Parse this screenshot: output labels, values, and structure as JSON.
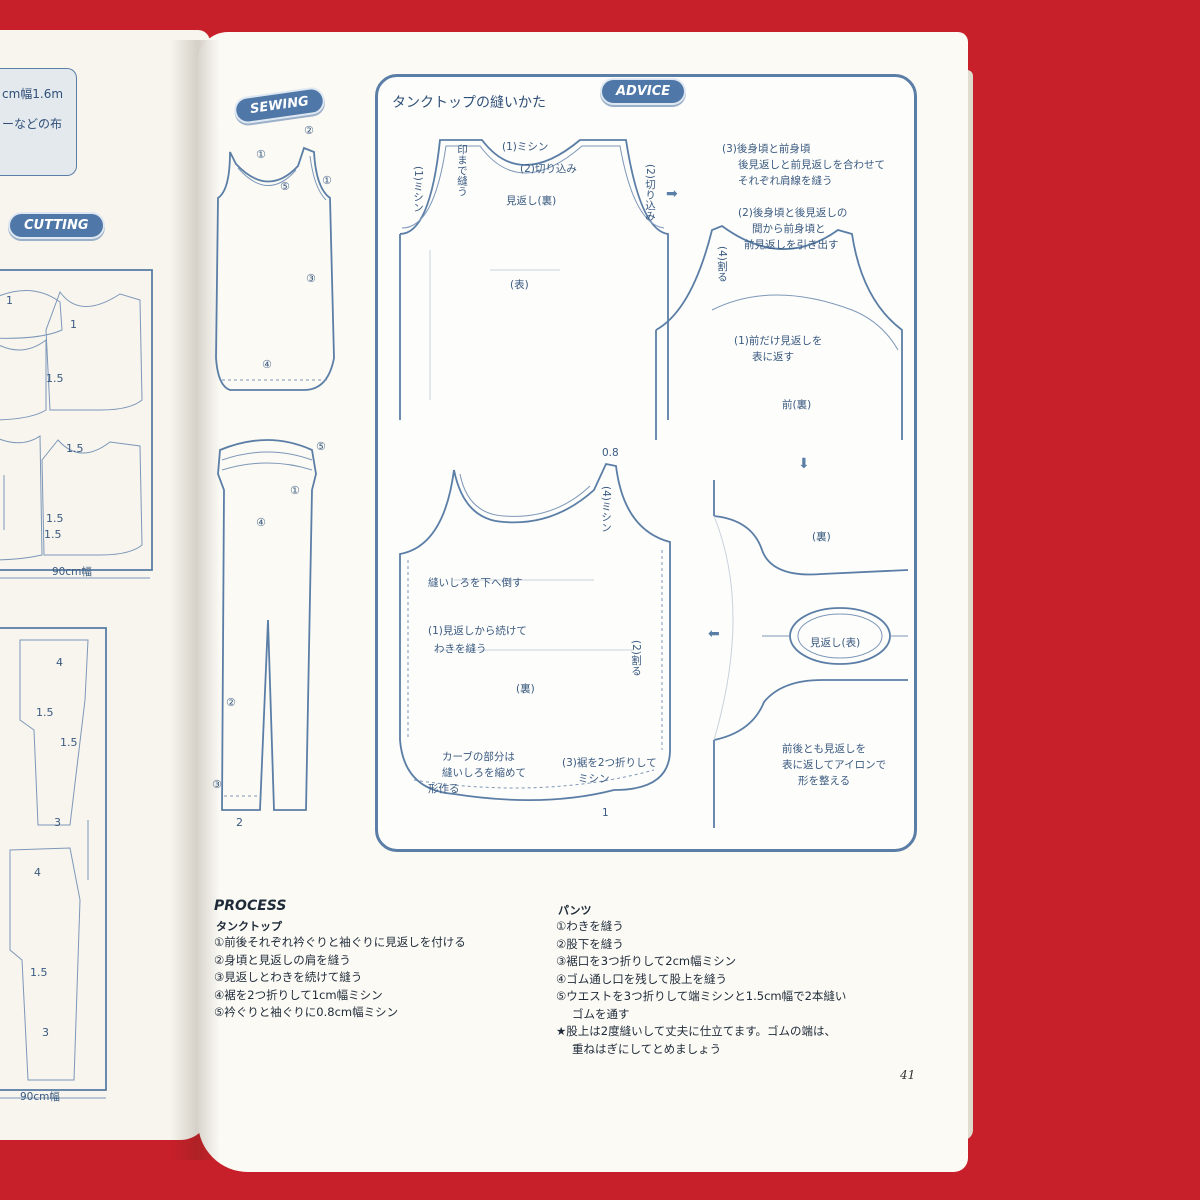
{
  "left_page": {
    "materials": [
      "cm幅1.6m",
      "ーなどの布"
    ],
    "cutting_label": "CUTTING",
    "width_label_top": "90cm幅",
    "width_label_bottom": "90cm幅",
    "measures": [
      "1",
      "1",
      "1.5",
      "1.5",
      "1.5",
      "1.5",
      "4",
      "1.5",
      "1.5",
      "3",
      "4",
      "1.5",
      "3"
    ]
  },
  "right_page": {
    "sewing_label": "SEWING",
    "advice_label": "ADVICE",
    "advice_title": "タンクトップの縫いかた",
    "tank_steps_markers": [
      "①",
      "②",
      "⑤",
      "①",
      "③",
      "④"
    ],
    "pants_markers": [
      "⑤",
      "④",
      "①",
      "②",
      "③",
      "2"
    ],
    "advice_annotations": {
      "a1": "(1)ミシン",
      "a2": "(2)切り込み",
      "a3": "印まで縫う",
      "a4": "(1)ミシン",
      "a5": "(2)切り込み",
      "a6": "見返し(裏)",
      "a7": "(表)",
      "b1": "(3)後身頃と前身頃",
      "b2": "後見返しと前見返しを合わせて",
      "b3": "それぞれ肩線を縫う",
      "b4": "(2)後身頃と後見返しの",
      "b5": "間から前身頃と",
      "b6": "前見返しを引き出す",
      "b7": "(4)割る",
      "b8": "(1)前だけ見返しを",
      "b9": "表に返す",
      "b10": "前(裏)",
      "c1": "0.8",
      "c2": "(4)ミシン",
      "c3": "縫いしろを下へ倒す",
      "c4": "(1)見返しから続けて",
      "c5": "わきを縫う",
      "c6": "(2)割る",
      "c7": "(裏)",
      "c8": "カーブの部分は",
      "c9": "縫いしろを縮めて",
      "c10": "形作る",
      "c11": "(3)裾を2つ折りして",
      "c12": "ミシン",
      "c13": "1",
      "d1": "(裏)",
      "d2": "見返し(表)",
      "d3": "前後とも見返しを",
      "d4": "表に返してアイロンで",
      "d5": "形を整える"
    },
    "process": {
      "title": "PROCESS",
      "tank_title": "タンクトップ",
      "tank_steps": [
        "①前後それぞれ衿ぐりと袖ぐりに見返しを付ける",
        "②身頃と見返しの肩を縫う",
        "③見返しとわきを続けて縫う",
        "④裾を2つ折りして1cm幅ミシン",
        "⑤衿ぐりと袖ぐりに0.8cm幅ミシン"
      ],
      "pants_title": "パンツ",
      "pants_steps": [
        "①わきを縫う",
        "②股下を縫う",
        "③裾口を3つ折りして2cm幅ミシン",
        "④ゴム通し口を残して股上を縫う",
        "⑤ウエストを3つ折りして端ミシンと1.5cm幅で2本縫い",
        "ゴムを通す",
        "★股上は2度縫いして丈夫に仕立てます。ゴムの端は、",
        "重ねはぎにしてとめましょう"
      ]
    },
    "page_number": "41"
  },
  "colors": {
    "background": "#c8202a",
    "paper": "#fbfaf5",
    "accent": "#4f78a8"
  }
}
